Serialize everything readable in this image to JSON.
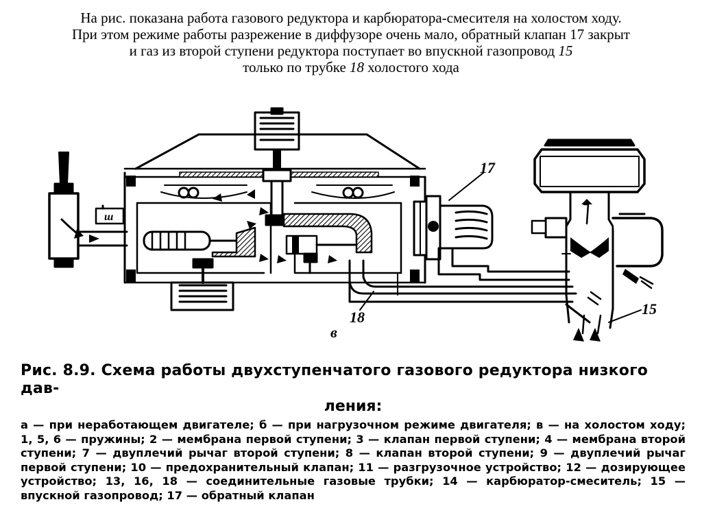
{
  "intro": {
    "line1": "На рис. показана работа газового редуктора и карбюратора-смесителя на холостом ходу.",
    "line2": "При этом режиме работы разрежение в диффузоре очень мало, обратный клапан  17 закрыт",
    "line3a": "и газ из второй ступени редуктора поступает во впускной газопровод ",
    "line3_ref": "15",
    "line4a": "только по трубке ",
    "line4_ref": "18",
    "line4b": " холостого хода"
  },
  "diagram": {
    "labels": {
      "valve_17": "17",
      "tube_18": "18",
      "manifold_15": "15",
      "part_letter": "в",
      "device_box": "ш"
    }
  },
  "caption": {
    "title": "Рис. 8.9. Схема работы двухступенчатого газового редуктора низкого дав-",
    "title_cont": "ления:",
    "legend": "а — при неработающем двигателе; б — при нагрузочном режиме двигателя; в — на холостом ходу; 1, 5, 6 — пружины; 2 — мембрана первой ступени; 3 — клапан первой ступени; 4 — мембрана второй ступени; 7 — двуплечий рычаг второй ступени; 8 — клапан второй ступени; 9 — двуплечий рычаг первой ступени; 10 — предохранительный клапан; 11 — разгрузочное устройство; 12 — дозирующее устройство; 13, 16, 18 — соединительные газовые трубки; 14 — карбюратор-смеситель; 15 — впускной газопровод; 17 — обратный клапан"
  }
}
